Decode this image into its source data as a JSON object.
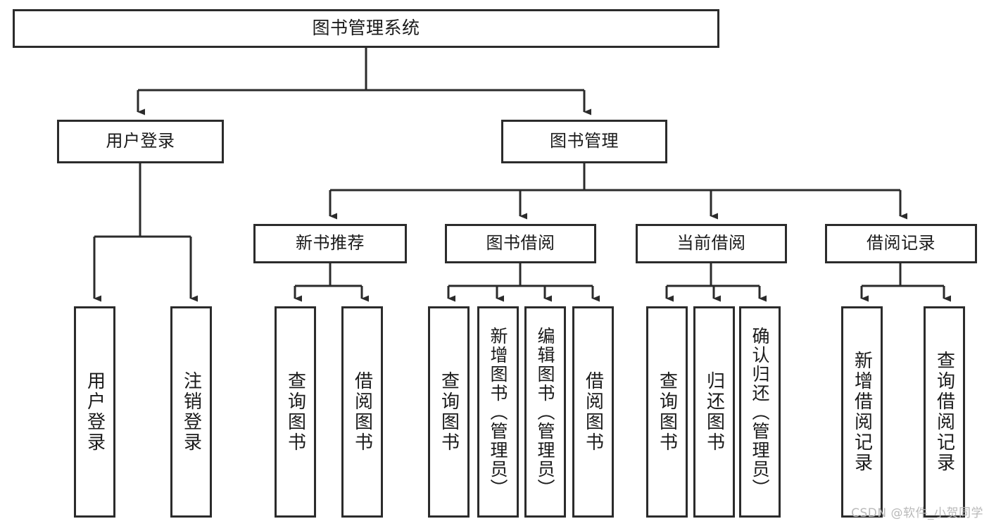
{
  "diagram": {
    "title": "图书管理系统",
    "watermark": "CSDN @软件_小贺同学",
    "line_color": "#2b2b2b",
    "box_fill": "#ffffff",
    "text_color": "#1a1a1a",
    "watermark_color": "#b9b9b9",
    "root": {
      "label": "图书管理系统"
    },
    "level2": [
      {
        "label": "用户登录"
      },
      {
        "label": "图书管理"
      }
    ],
    "level3": [
      {
        "label": "新书推荐"
      },
      {
        "label": "图书借阅"
      },
      {
        "label": "当前借阅"
      },
      {
        "label": "借阅记录"
      }
    ],
    "leaves": {
      "user_login": [
        {
          "label": "用户登录"
        },
        {
          "label": "注销登录"
        }
      ],
      "new_book": [
        {
          "label": "查询图书"
        },
        {
          "label": "借阅图书"
        }
      ],
      "book_borrow": [
        {
          "label": "查询图书"
        },
        {
          "label": "新增图书（管理员）"
        },
        {
          "label": "编辑图书（管理员）"
        },
        {
          "label": "借阅图书"
        }
      ],
      "current_borrow": [
        {
          "label": "查询图书"
        },
        {
          "label": "归还图书"
        },
        {
          "label": "确认归还（管理员）"
        }
      ],
      "borrow_record": [
        {
          "label": "新增借阅记录"
        },
        {
          "label": "查询借阅记录"
        }
      ]
    }
  }
}
